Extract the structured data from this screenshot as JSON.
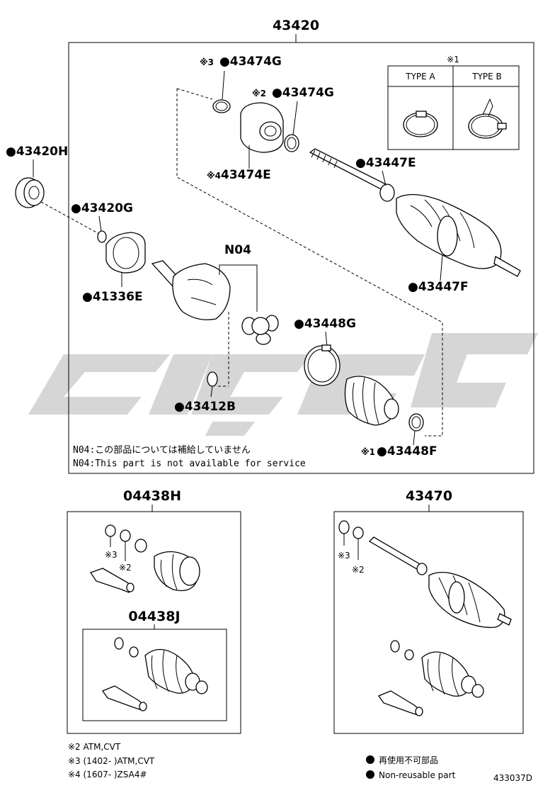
{
  "main": {
    "assembly_number": "43420",
    "type_table": {
      "mark": "※1",
      "type_a": "TYPE A",
      "type_b": "TYPE B"
    },
    "parts": {
      "clamp_inner_3": {
        "mark": "※3",
        "num": "43474G"
      },
      "clamp_inner_2": {
        "mark": "※2",
        "num": "43474G"
      },
      "damper": {
        "mark": "※4",
        "num": "43474E"
      },
      "seal": {
        "num": "43420H"
      },
      "snap_ring": {
        "num": "43420G"
      },
      "dust_cover": {
        "num": "41336E"
      },
      "clamp_outer_small": {
        "num": "43447E"
      },
      "clamp_outer_large": {
        "num": "43447F"
      },
      "tripod": {
        "num": "N04"
      },
      "clamp_boot_large": {
        "num": "43448G"
      },
      "snap_ring_small": {
        "num": "43412B"
      },
      "clamp_boot_small": {
        "mark": "※1",
        "num": "43448F"
      }
    },
    "notes": {
      "jp": "N04:この部品については補給していません",
      "en": "N04:This part is not available for service"
    }
  },
  "kit_left": {
    "number": "04438H",
    "mark3": "※3",
    "mark2": "※2",
    "sub_kit_number": "04438J"
  },
  "kit_right": {
    "number": "43470",
    "mark3": "※3",
    "mark2": "※2"
  },
  "footnotes": [
    "※2 ATM,CVT",
    "※3 (1402-      )ATM,CVT",
    "※4 (1607-      )ZSA4#"
  ],
  "legend": {
    "jp": "再使用不可部品",
    "en": "Non-reusable part"
  },
  "illustration_code": "433037D",
  "watermark_color": "#d4d4d4"
}
